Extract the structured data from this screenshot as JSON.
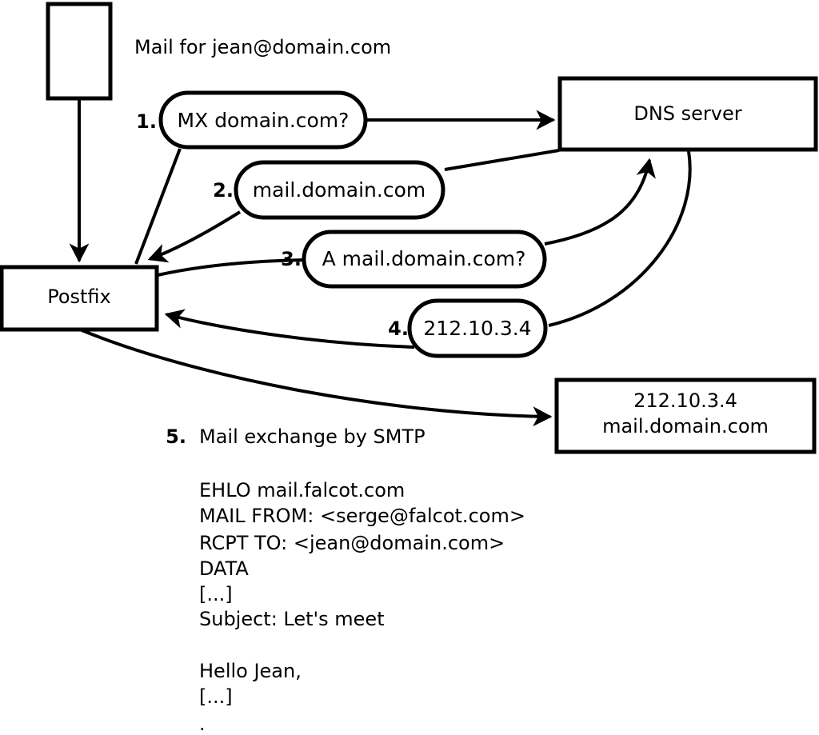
{
  "diagram": {
    "title_note": "Mail for jean@domain.com",
    "nodes": [
      {
        "id": "client",
        "label": ""
      },
      {
        "id": "postfix",
        "label": "Postfix"
      },
      {
        "id": "dns",
        "label": "DNS server"
      },
      {
        "id": "mailserver",
        "label_line1": "212.10.3.4",
        "label_line2": "mail.domain.com"
      }
    ],
    "steps": [
      {
        "num": "1.",
        "label": "MX domain.com?"
      },
      {
        "num": "2.",
        "label": "mail.domain.com"
      },
      {
        "num": "3.",
        "label": "A mail.domain.com?"
      },
      {
        "num": "4.",
        "label": "212.10.3.4"
      },
      {
        "num": "5.",
        "label": "Mail exchange by SMTP"
      }
    ],
    "smtp_transcript": [
      "EHLO mail.falcot.com",
      "MAIL FROM: <serge@falcot.com>",
      "RCPT TO: <jean@domain.com>",
      "DATA",
      "[...]",
      "Subject: Let's meet",
      "",
      "Hello Jean,",
      "[...]",
      "."
    ]
  },
  "colors": {
    "stroke": "#000000",
    "fill": "#ffffff",
    "background": "#ffffff"
  }
}
